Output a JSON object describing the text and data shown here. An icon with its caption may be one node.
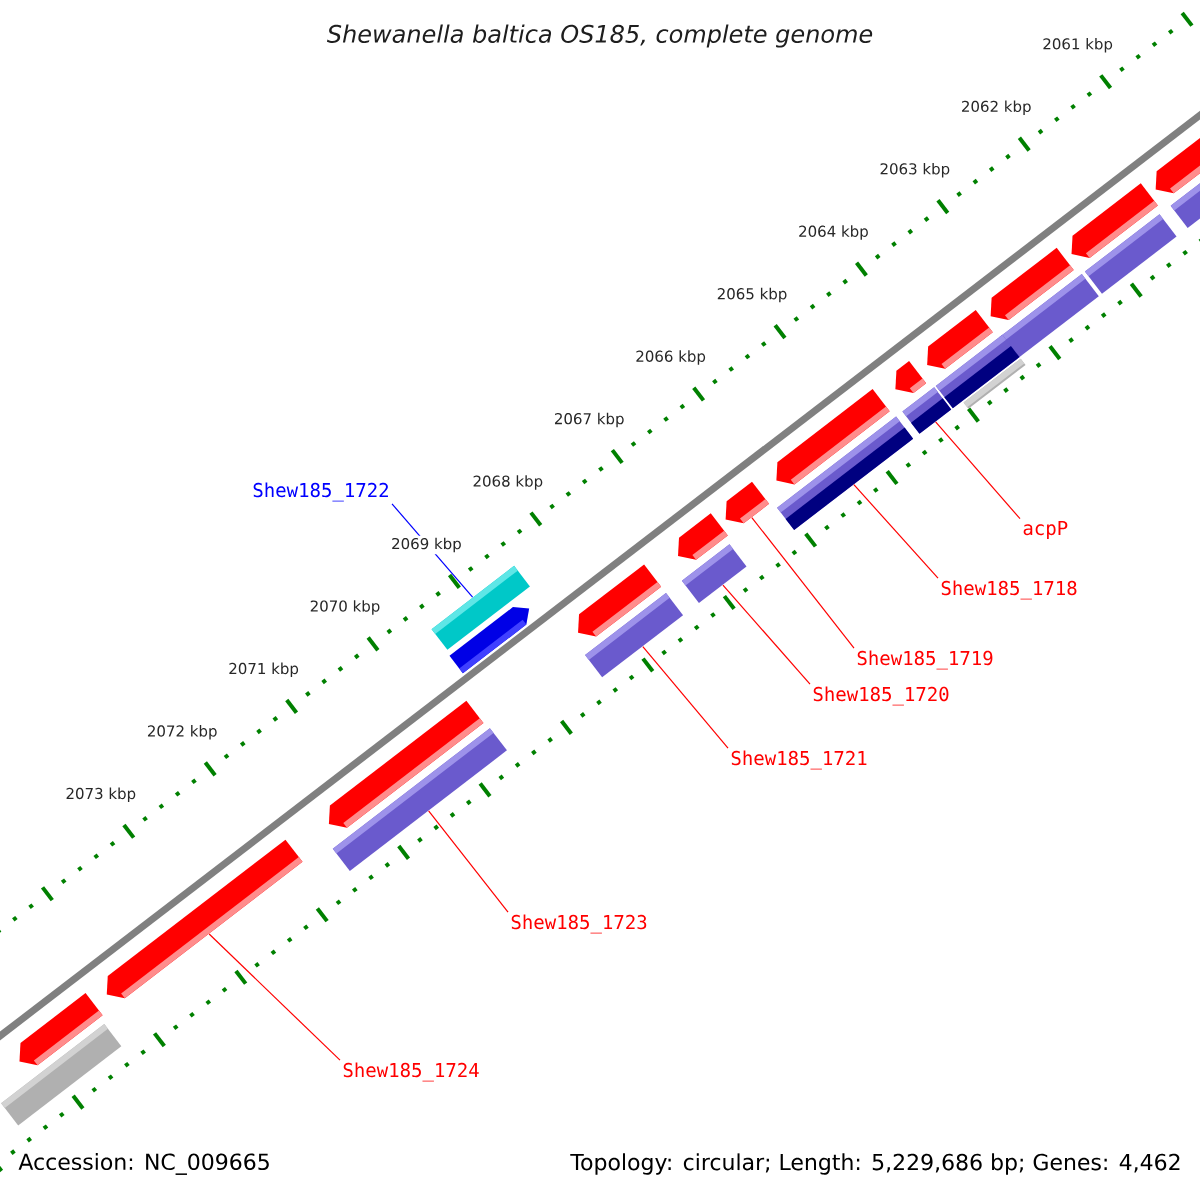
{
  "diagram": {
    "title": "Shewanella baltica OS185, complete genome",
    "nodes": [
      {
        "text": [
          "Shew185_1722"
        ]
      },
      {
        "text": [],
        "shape": "box"
      },
      {
        "text": [
          "acpP"
        ]
      },
      {
        "text": [],
        "shape": "box"
      },
      {
        "text": [
          "Shew185_1718"
        ]
      },
      {
        "text": [],
        "shape": "box"
      },
      {
        "text": [
          "Shew185_1719"
        ]
      },
      {
        "text": [],
        "shape": "arrow"
      },
      {
        "text": [
          "Shew185_1720"
        ]
      },
      {
        "text": [],
        "shape": "box"
      },
      {
        "text": [
          "Shew185_1721"
        ]
      },
      {
        "text": [],
        "shape": "box"
      },
      {
        "text": [
          "Shew185_1723"
        ]
      },
      {
        "text": [],
        "shape": "box"
      },
      {
        "text": [
          "Shew185_1724"
        ]
      },
      {
        "text": [],
        "shape": "arrow"
      },
      {
        "text": [],
        "shape": "arrow"
      },
      {
        "text": [],
        "shape": "arrow"
      },
      {
        "text": [],
        "shape": "arrow"
      },
      {
        "text": [],
        "shape": "arrow"
      },
      {
        "text": [],
        "shape": "arrow"
      },
      {
        "text": [],
        "shape": "arrow"
      },
      {
        "text": [],
        "shape": "arrow"
      },
      {
        "text": [],
        "shape": "arrow"
      },
      {
        "text": [],
        "shape": "arrow"
      },
      {
        "text": [],
        "shape": "arrow"
      },
      {
        "text": [],
        "shape": "box"
      },
      {
        "text": [],
        "shape": "box"
      },
      {
        "text": [],
        "shape": "box"
      },
      {
        "text": [],
        "shape": "box"
      },
      {
        "text": [],
        "shape": "box"
      },
      {
        "text": [],
        "shape": "box"
      },
      {
        "text": [],
        "shape": "arrow"
      }
    ],
    "edges": [
      {
        "from": 0,
        "to": 1,
        "arrow": "none",
        "color": "#0000ff"
      },
      {
        "from": 2,
        "to": 3,
        "arrow": "none"
      },
      {
        "from": 4,
        "to": 5,
        "arrow": "none"
      },
      {
        "from": 6,
        "to": 7,
        "arrow": "none"
      },
      {
        "from": 8,
        "to": 9,
        "arrow": "none"
      },
      {
        "from": 10,
        "to": 11,
        "arrow": "none"
      },
      {
        "from": 12,
        "to": 13,
        "arrow": "none"
      },
      {
        "from": 14,
        "to": 15,
        "arrow": "none"
      }
    ],
    "labels": [
      "2061 kbp",
      "2062 kbp",
      "2063 kbp",
      "2064 kbp",
      "2065 kbp",
      "2066 kbp",
      "2067 kbp",
      "2068 kbp",
      "2069 kbp",
      "2070 kbp",
      "2071 kbp",
      "2072 kbp",
      "2073 kbp",
      "Accession: NC_009665",
      "Topology: circular; Length: 5,229,686 bp; Genes: 4,462"
    ]
  }
}
